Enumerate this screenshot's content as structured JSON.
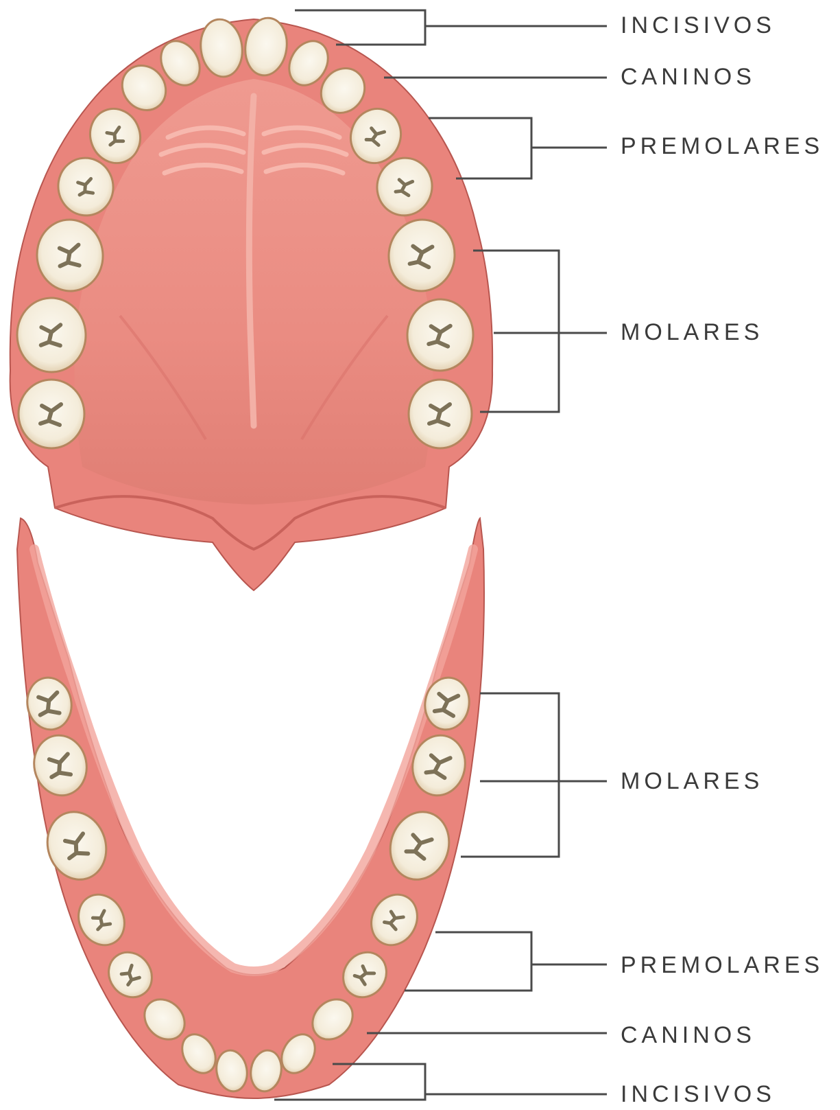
{
  "upper_arch": {
    "incisors_label": "INCISIVOS",
    "canines_label": "CANINOS",
    "premolars_label": "PREMOLARES",
    "molars_label": "MOLARES"
  },
  "lower_arch": {
    "molars_label": "MOLARES",
    "premolars_label": "PREMOLARES",
    "canines_label": "CANINOS",
    "incisors_label": "INCISIVOS"
  },
  "colors": {
    "gum": "#e9847c",
    "gum_light": "#f3a59c",
    "gum_dark": "#c9625b",
    "tooth": "#f7f1e4",
    "tooth_edge": "#b4865e",
    "fissure": "#7d7258",
    "leader_line": "#4a4a4a",
    "label_text": "#3a3a3a"
  }
}
